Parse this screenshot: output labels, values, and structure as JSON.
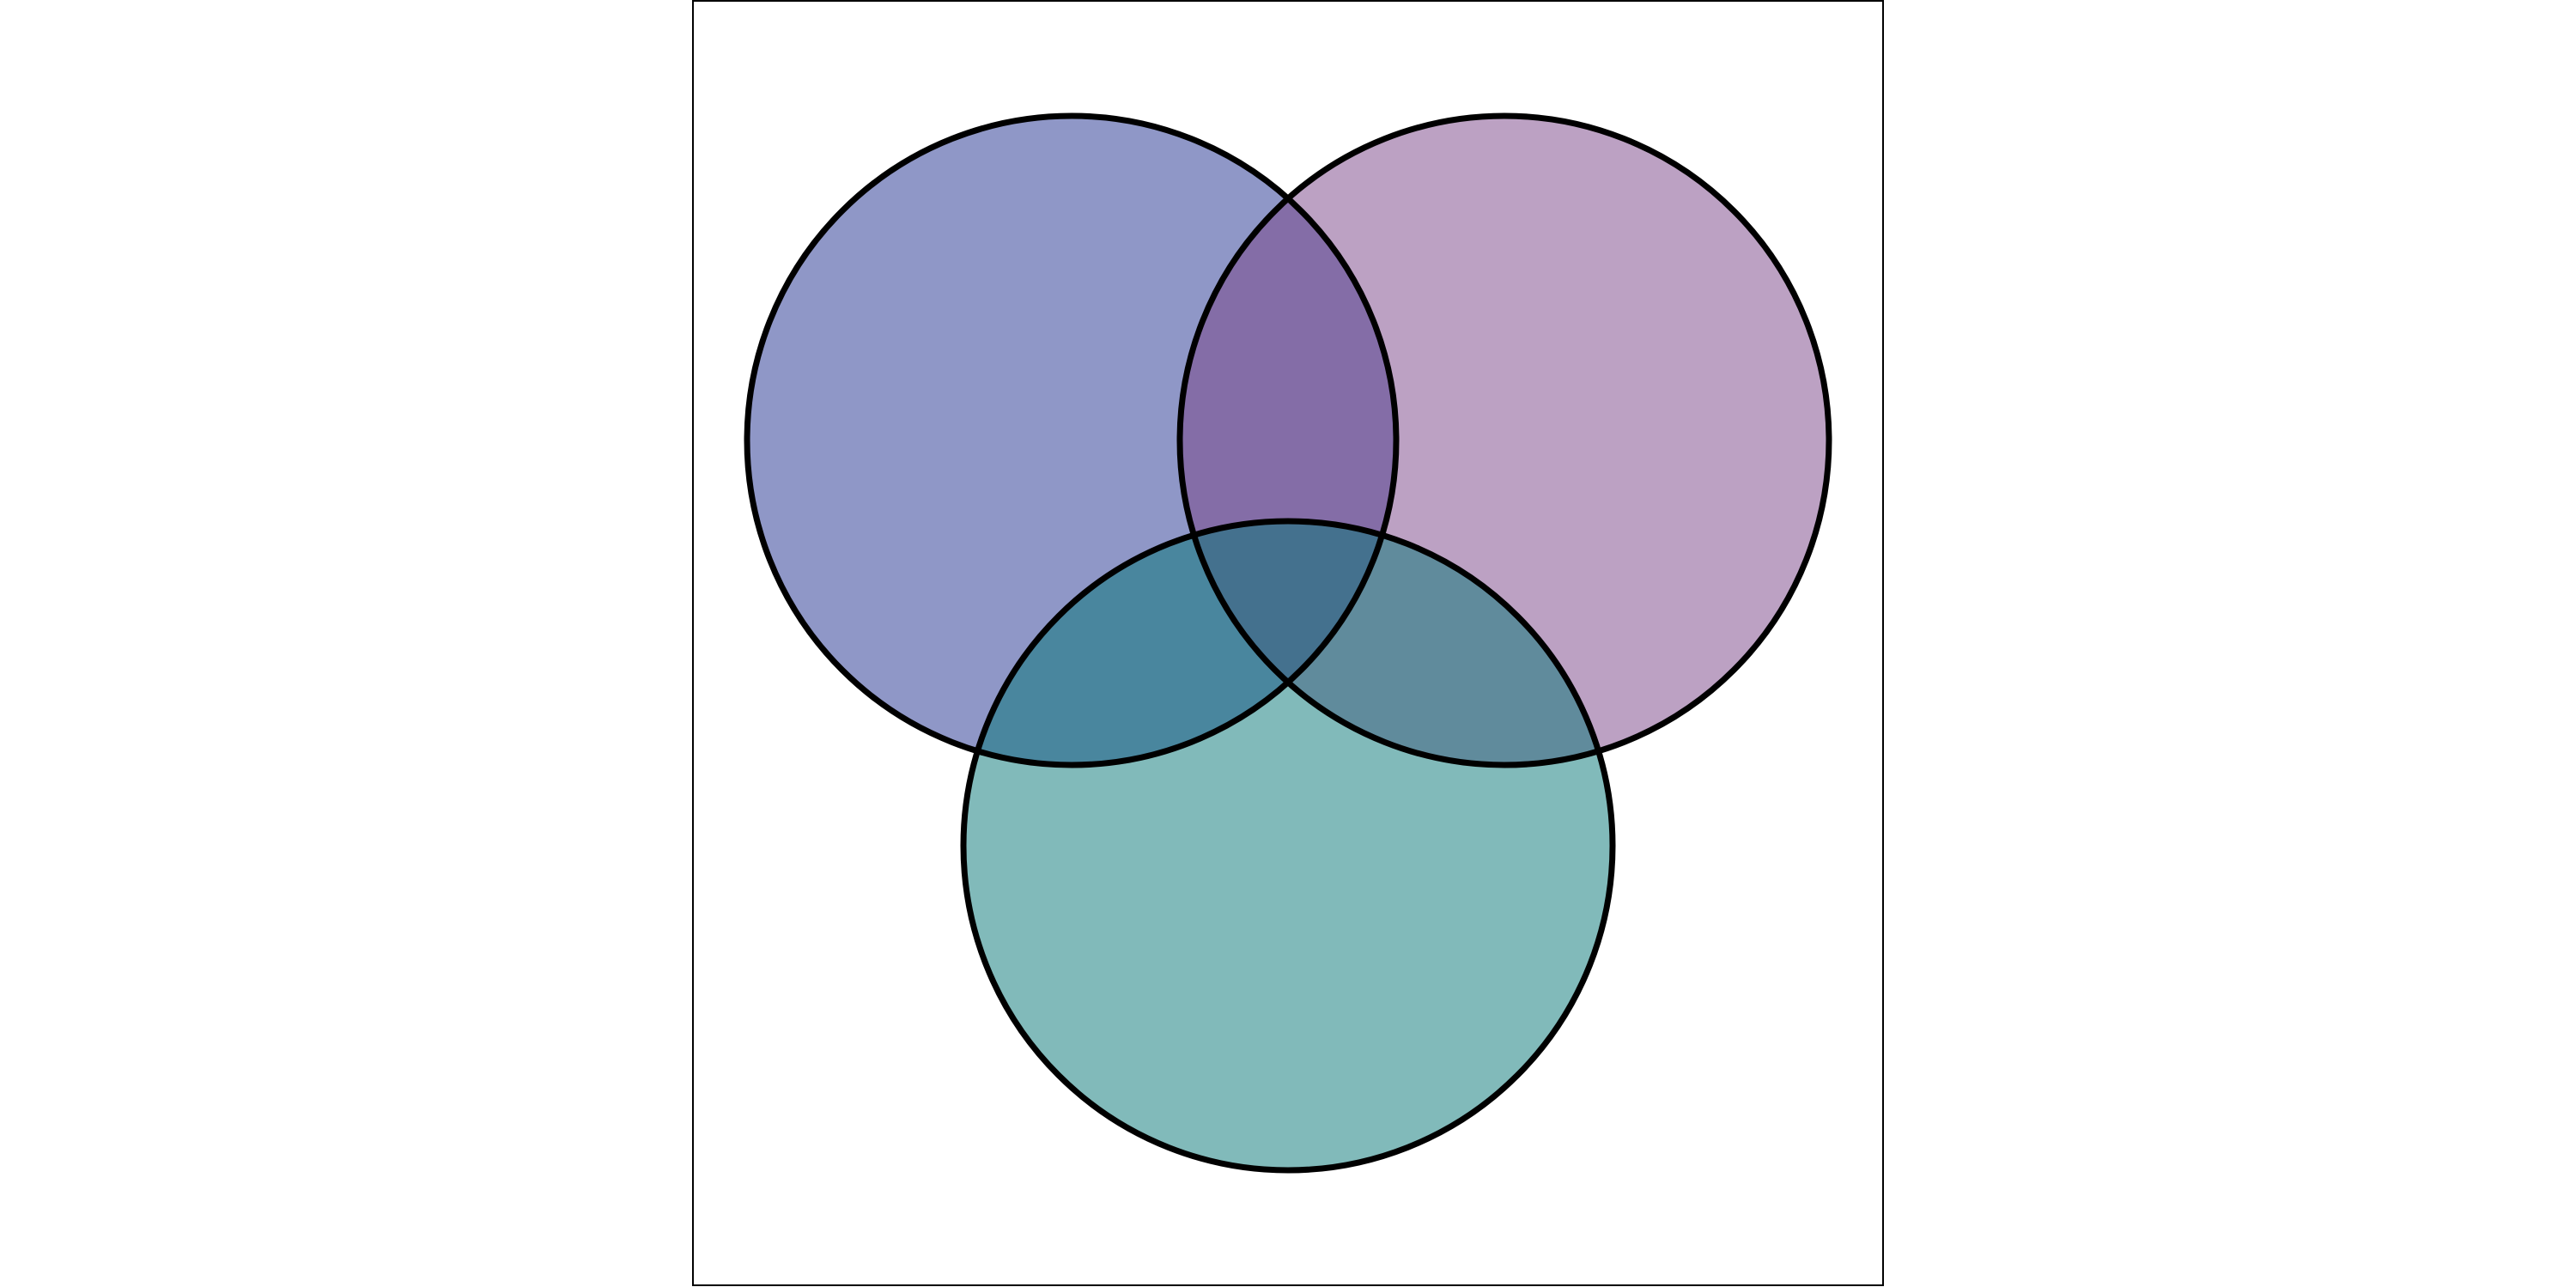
{
  "diagram": {
    "type": "venn",
    "set_count": 3,
    "sets": [
      {
        "id": "set-top-left",
        "color": "#1f2f8f",
        "opacity": 0.5
      },
      {
        "id": "set-top-right",
        "color": "#7a4387",
        "opacity": 0.5
      },
      {
        "id": "set-bottom",
        "color": "#037575",
        "opacity": 0.5
      }
    ],
    "outline_color": "#000000",
    "frame_color": "#000000",
    "background": "#ffffff"
  }
}
